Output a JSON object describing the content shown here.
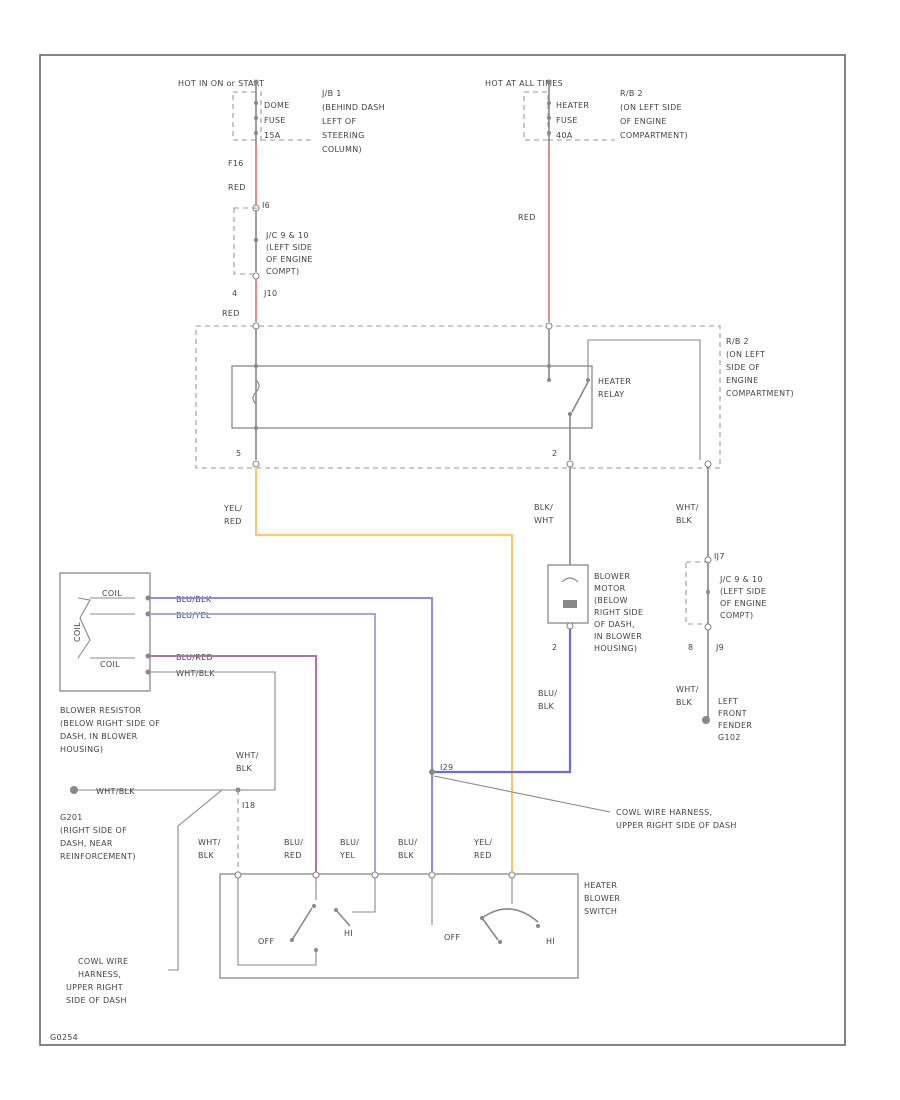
{
  "colors": {
    "red_wire": "#f08a8a",
    "yel_red_wire": "#ffc966",
    "blu_blk_wire": "#8a8af0",
    "blu_yel_wire": "#a7a7e0",
    "blu_red_wire": "#b070b0",
    "blu_blk_motor_wire": "#6a6ae8",
    "grey_wire": "#888888"
  },
  "top_left": {
    "source": "HOT IN ON or START",
    "fuse_1": "DOME",
    "fuse_2": "FUSE",
    "fuse_3": "15A",
    "fuse_loc_1": "J/B 1",
    "fuse_loc_2": "(BEHIND DASH",
    "fuse_loc_3": "LEFT OF",
    "fuse_loc_4": "STEERING",
    "fuse_loc_5": "COLUMN)",
    "pin_a": "F16",
    "wire_a": "RED",
    "jc_pin_top": "I6",
    "jc_1": "J/C 9 & 10",
    "jc_2": "(LEFT SIDE",
    "jc_3": "OF ENGINE",
    "jc_4": "COMPT)",
    "jc_pin_bot_num": "4",
    "jc_pin_bot": "J10",
    "wire_b": "RED"
  },
  "top_right": {
    "source": "HOT AT ALL TIMES",
    "fuse_1": "HEATER",
    "fuse_2": "FUSE",
    "fuse_3": "40A",
    "fuse_loc_1": "R/B 2",
    "fuse_loc_2": "(ON LEFT SIDE",
    "fuse_loc_3": "OF ENGINE",
    "fuse_loc_4": "COMPARTMENT)",
    "wire": "RED"
  },
  "relay": {
    "loc_1": "R/B 2",
    "loc_2": "(ON LEFT",
    "loc_3": "SIDE OF",
    "loc_4": "ENGINE",
    "loc_5": "COMPARTMENT)",
    "name_1": "HEATER",
    "name_2": "RELAY",
    "pin_left": "5",
    "pin_right": "2"
  },
  "wires_mid": {
    "yel_red_1": "YEL/",
    "yel_red_2": "RED",
    "blk_wht_1": "BLK/",
    "blk_wht_2": "WHT",
    "wht_blk_1": "WHT/",
    "wht_blk_2": "BLK"
  },
  "motor": {
    "label_1": "BLOWER",
    "label_2": "MOTOR",
    "label_3": "(BELOW",
    "label_4": "RIGHT SIDE",
    "label_5": "OF DASH,",
    "label_6": "IN BLOWER",
    "label_7": "HOUSING)",
    "pin": "2",
    "wire_1": "BLU/",
    "wire_2": "BLK"
  },
  "ground_jc": {
    "pin_top": "IJ7",
    "label_1": "J/C 9 & 10",
    "label_2": "(LEFT SIDE",
    "label_3": "OF ENGINE",
    "label_4": "COMPT)",
    "pin_bot_num": "8",
    "pin_bot": "J9",
    "wire_1": "WHT/",
    "wire_2": "BLK",
    "gnd_1": "LEFT",
    "gnd_2": "FRONT",
    "gnd_3": "FENDER",
    "gnd_4": "G102"
  },
  "resistor": {
    "lead_1": "COIL",
    "lead_2": "COIL",
    "lead_3": "COIL",
    "wire_1": "BLU/BLK",
    "wire_2": "BLU/YEL",
    "wire_3": "BLU/RED",
    "wire_4": "WHT/BLK",
    "label_1": "BLOWER RESISTOR",
    "label_2": "(BELOW RIGHT SIDE OF",
    "label_3": "DASH, IN BLOWER",
    "label_4": "HOUSING)"
  },
  "ground_left": {
    "wire": "WHT/BLK",
    "wire_v1": "WHT/",
    "wire_v2": "BLK",
    "pin": "I18",
    "label_1": "G201",
    "label_2": "(RIGHT SIDE OF",
    "label_3": "DASH, NEAR",
    "label_4": "REINFORCEMENT)"
  },
  "splice": {
    "pin": "I29",
    "label_1": "COWL WIRE HARNESS,",
    "label_2": "UPPER RIGHT SIDE OF DASH"
  },
  "switch": {
    "w1a": "WHT/",
    "w1b": "BLK",
    "w2a": "BLU/",
    "w2b": "RED",
    "w3a": "BLU/",
    "w3b": "YEL",
    "w4a": "BLU/",
    "w4b": "BLK",
    "w5a": "YEL/",
    "w5b": "RED",
    "name_1": "HEATER",
    "name_2": "BLOWER",
    "name_3": "SWITCH",
    "off_left": "OFF",
    "hi_left": "HI",
    "off_right": "OFF",
    "hi_right": "HI"
  },
  "harness_bottom": {
    "label_1": "COWL WIRE",
    "label_2": "HARNESS,",
    "label_3": "UPPER RIGHT",
    "label_4": "SIDE OF DASH"
  },
  "footer_code": "G0254"
}
